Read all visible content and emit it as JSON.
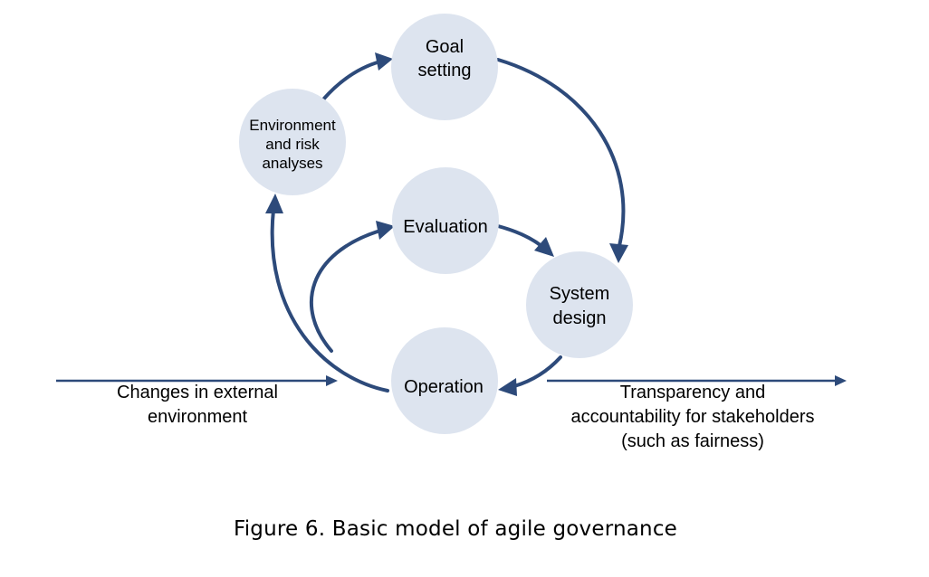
{
  "diagram": {
    "nodes": {
      "goal": {
        "line1": "Goal",
        "line2": "setting"
      },
      "env": {
        "line1": "Environment",
        "line2": "and risk",
        "line3": "analyses"
      },
      "eval": {
        "line1": "Evaluation"
      },
      "system": {
        "line1": "System",
        "line2": "design"
      },
      "operation": {
        "line1": "Operation"
      }
    },
    "input": {
      "line1": "Changes in external",
      "line2": "environment"
    },
    "output": {
      "line1": "Transparency and",
      "line2": "accountability for stakeholders",
      "line3": "(such as fairness)"
    },
    "colors": {
      "node_fill": "#dde4ef",
      "arrow": "#2d4a7a"
    }
  },
  "caption": "Figure 6. Basic model of agile governance"
}
